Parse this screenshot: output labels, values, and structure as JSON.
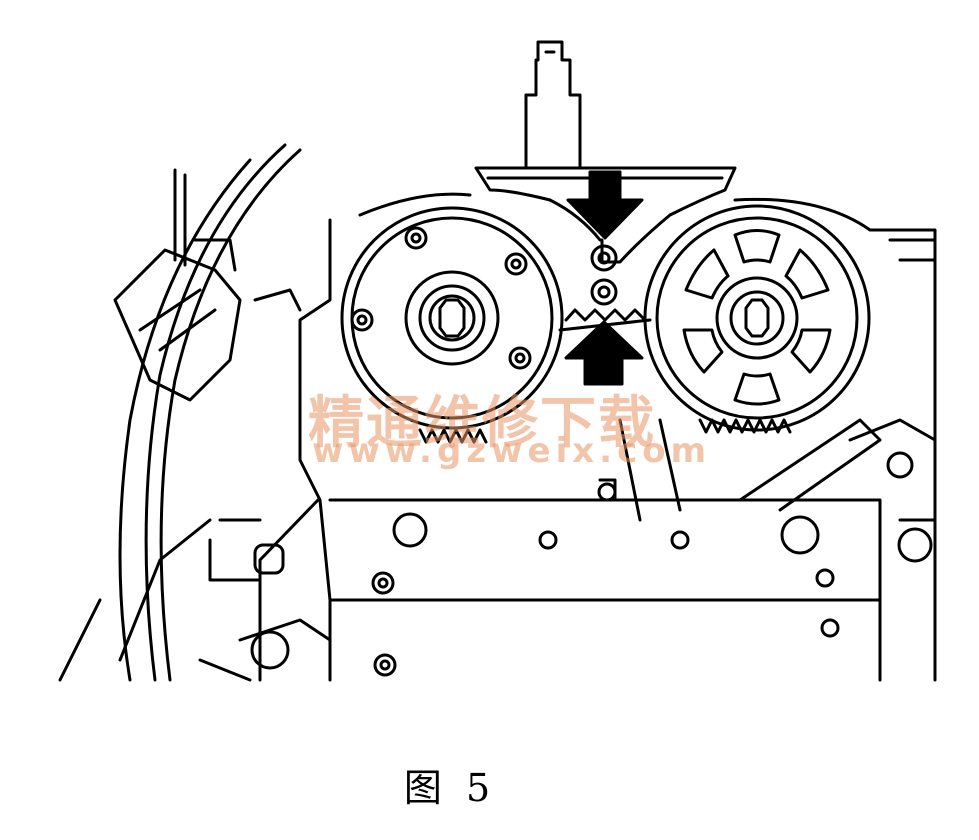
{
  "figure": {
    "caption": "图 5",
    "watermark_cn": "精通维修下载",
    "watermark_url": "www.gzweix.com",
    "line_color": "#000000",
    "watermark_color": "#e8966480",
    "icons": [
      "arrow-down-icon",
      "arrow-up-icon",
      "camshaft-gear-icon",
      "timing-tool-icon"
    ]
  }
}
